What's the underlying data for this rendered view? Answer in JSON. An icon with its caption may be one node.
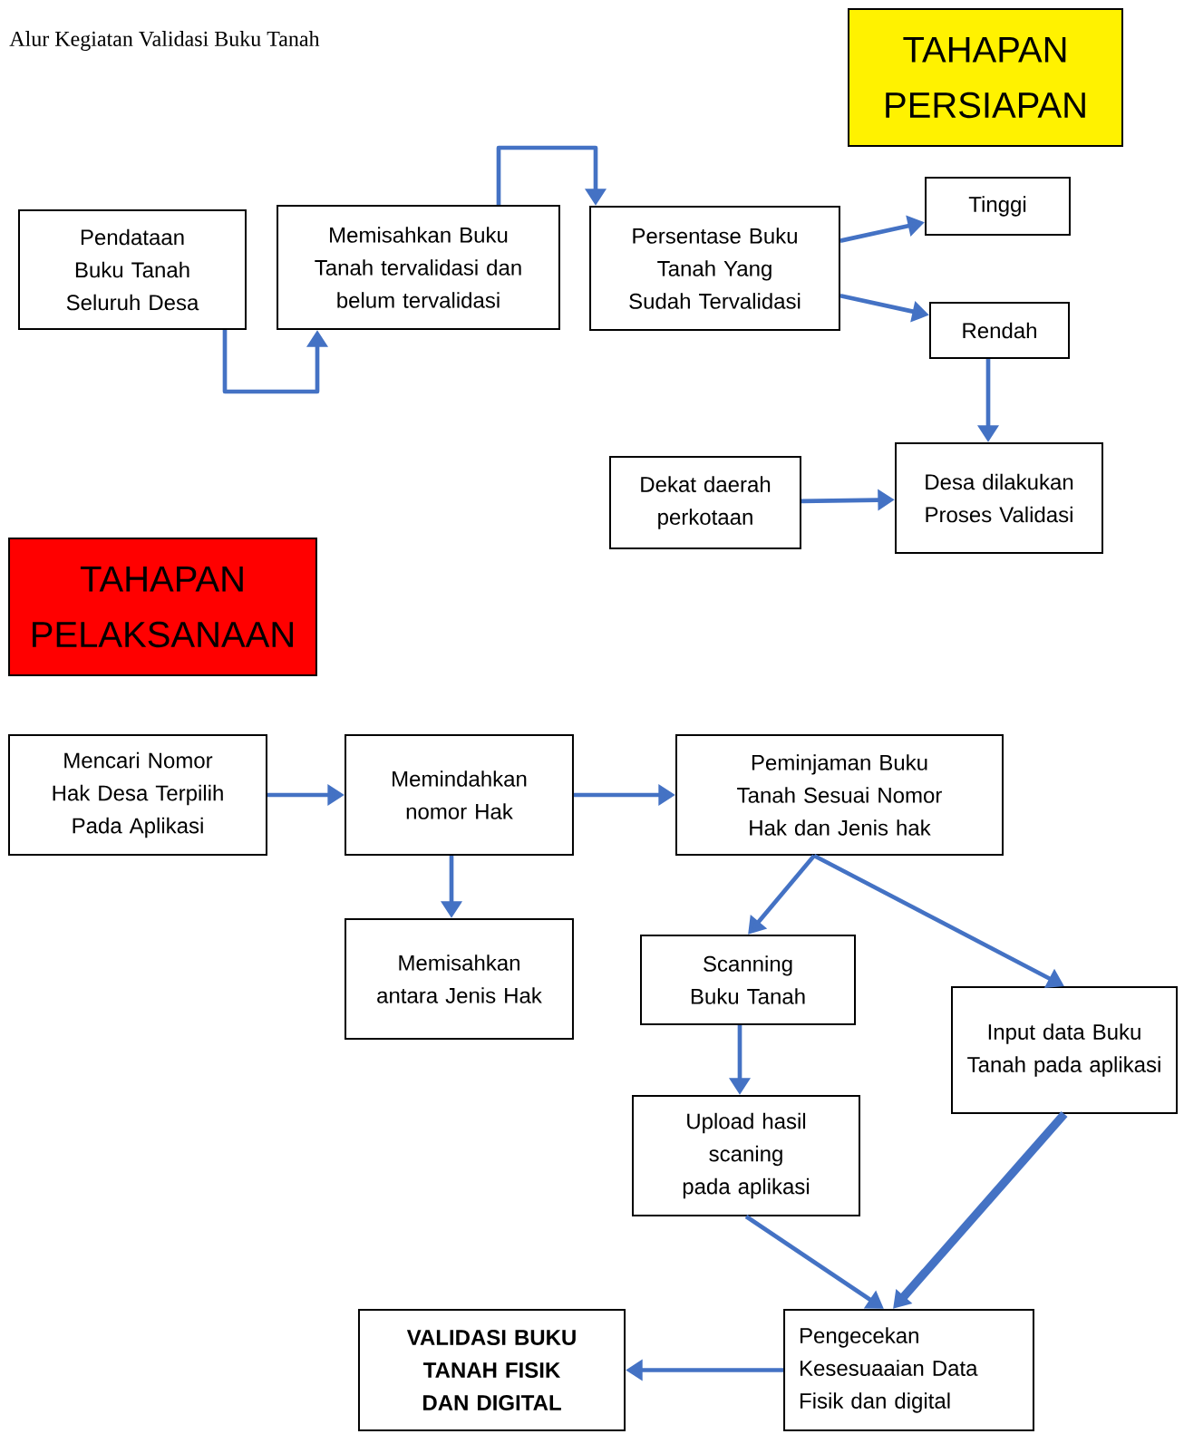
{
  "diagram": {
    "title": "Alur Kegiatan Validasi Buku Tanah",
    "nodes": [
      {
        "text": [
          "TAHAPAN PERSIAPAN"
        ]
      },
      {
        "text": [
          "Pendataan Buku Tanah Seluruh Desa"
        ]
      },
      {
        "text": [
          "Memisahkan Buku Tanah tervalidasi dan belum tervalidasi"
        ]
      },
      {
        "text": [
          "Persentase Buku Tanah Yang Sudah Tervalidasi"
        ]
      },
      {
        "text": [
          "Tinggi"
        ]
      },
      {
        "text": [
          "Rendah"
        ]
      },
      {
        "text": [
          "Dekat daerah perkotaan"
        ]
      },
      {
        "text": [
          "Desa dilakukan Proses Validasi"
        ]
      },
      {
        "text": [
          "TAHAPAN PELAKSANAAN"
        ]
      },
      {
        "text": [
          "Mencari Nomor Hak Desa Terpilih Pada Aplikasi"
        ]
      },
      {
        "text": [
          "Memindahkan nomor Hak"
        ]
      },
      {
        "text": [
          "Peminjaman Buku Tanah Sesuai Nomor Hak dan Jenis hak"
        ]
      },
      {
        "text": [
          "Memisahkan antara Jenis Hak"
        ]
      },
      {
        "text": [
          "Scanning Buku Tanah"
        ]
      },
      {
        "text": [
          "Input data Buku Tanah pada aplikasi"
        ]
      },
      {
        "text": [
          "Upload hasil scaning pada aplikasi"
        ]
      },
      {
        "text": [
          "Pengecekan Kesesuaaian Data Fisik dan digital"
        ]
      },
      {
        "text": [
          "VALIDASI BUKU TANAH FISIK DAN DIGITAL"
        ]
      }
    ],
    "edges": [
      {
        "from": 1,
        "to": 2,
        "arrow": "to"
      },
      {
        "from": 2,
        "to": 3,
        "arrow": "to"
      },
      {
        "from": 3,
        "to": 4,
        "arrow": "to"
      },
      {
        "from": 3,
        "to": 5,
        "arrow": "to"
      },
      {
        "from": 5,
        "to": 7,
        "arrow": "to"
      },
      {
        "from": 6,
        "to": 7,
        "arrow": "to"
      },
      {
        "from": 9,
        "to": 10,
        "arrow": "to"
      },
      {
        "from": 10,
        "to": 11,
        "arrow": "to"
      },
      {
        "from": 10,
        "to": 12,
        "arrow": "to"
      },
      {
        "from": 11,
        "to": 13,
        "arrow": "to"
      },
      {
        "from": 11,
        "to": 14,
        "arrow": "to"
      },
      {
        "from": 13,
        "to": 15,
        "arrow": "to"
      },
      {
        "from": 15,
        "to": 16,
        "arrow": "to"
      },
      {
        "from": 14,
        "to": 16,
        "arrow": "to",
        "style": "thick"
      },
      {
        "from": 16,
        "to": 17,
        "arrow": "to"
      }
    ]
  }
}
